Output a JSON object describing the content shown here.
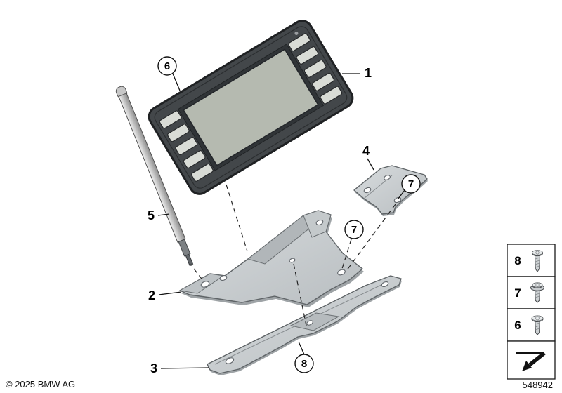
{
  "page": {
    "copyright": "© 2025 BMW AG",
    "drawing_number": "548942"
  },
  "parts": {
    "p1": "1",
    "p2": "2",
    "p3": "3",
    "p4": "4",
    "p5": "5"
  },
  "callouts": {
    "c6": "6",
    "c7_upper": "7",
    "c7_lower": "7",
    "c8": "8"
  },
  "legend": {
    "rows": [
      {
        "label": "8",
        "icon": "screw-pan-head-icon"
      },
      {
        "label": "7",
        "icon": "screw-washer-head-icon"
      },
      {
        "label": "6",
        "icon": "screw-round-head-icon"
      }
    ],
    "symbol_icon": "continuation-arrow-icon"
  }
}
